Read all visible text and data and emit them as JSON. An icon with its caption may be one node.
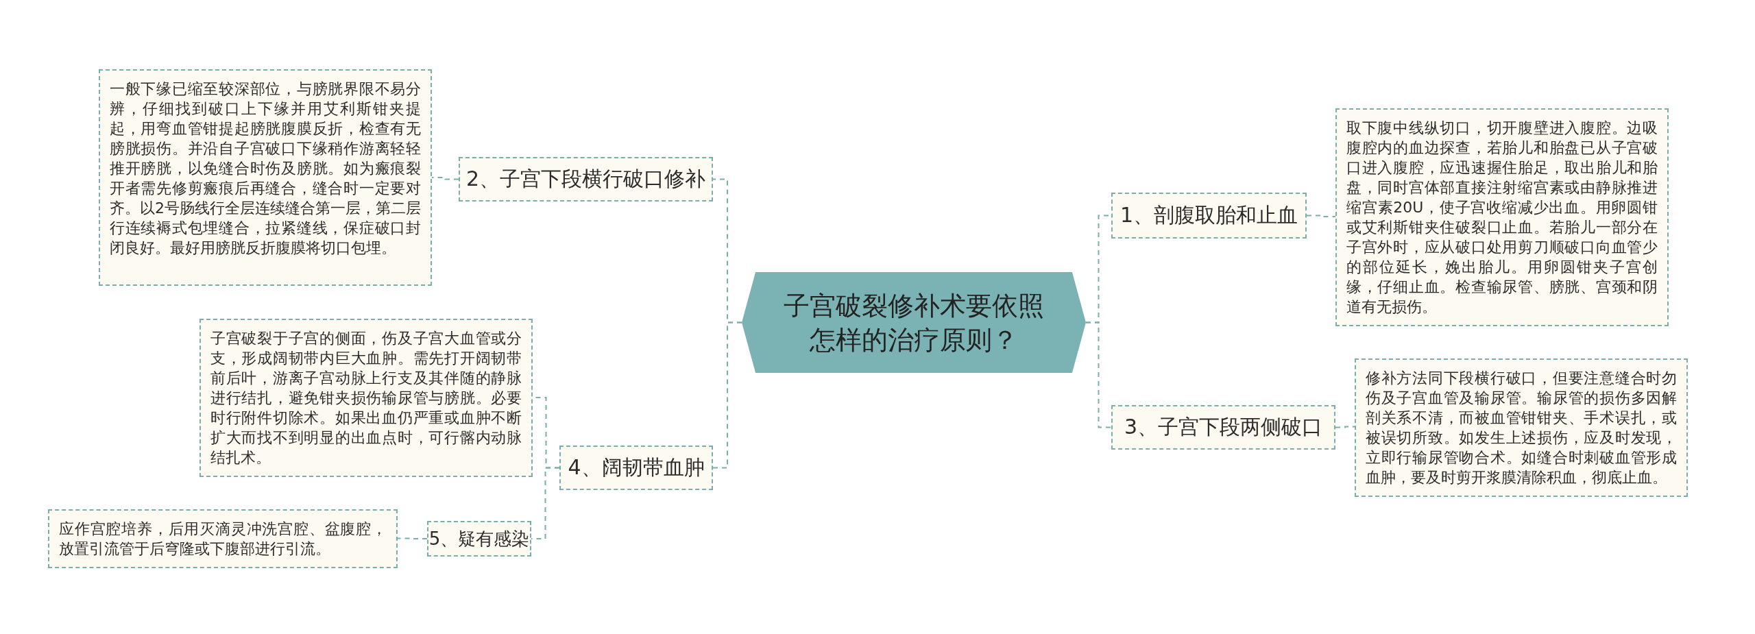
{
  "diagram": {
    "nodes": [
      {
        "text": [
          "子宫破裂修补术要依照怎样的治疗原则？"
        ]
      },
      {
        "text": [
          "1、剖腹取胎和止血"
        ]
      },
      {
        "text": [
          "取下腹中线纵切口，切开腹壁进入腹腔。边吸腹腔内的血边探查，若胎儿和胎盘已从子宫破口进入腹腔，应迅速握住胎足，取出胎儿和胎盘，同时宫体部直接注射缩宫素或由静脉推进缩宫素20U，使子宫收缩减少出血。用卵圆钳或艾利斯钳夹住破裂口止血。若胎儿一部分在子宫外时，应从破口处用剪刀顺破口向血管少的部位延长，娩出胎儿。用卵圆钳夹子宫创缘，仔细止血。检查输尿管、膀胱、宫颈和阴道有无损伤。"
        ]
      },
      {
        "text": [
          "2、子宫下段横行破口修补"
        ]
      },
      {
        "text": [
          "一般下缘已缩至较深部位，与膀胱界限不易分辨，仔细找到破口上下缘并用艾利斯钳夹提起，用弯血管钳提起膀胱腹膜反折，检查有无膀胱损伤。并沿自子宫破口下缘稍作游离轻轻推开膀胱，以免缝合时伤及膀胱。如为瘢痕裂开者需先修剪瘢痕后再缝合，缝合时一定要对齐。以2号肠线行全层连续缝合第一层，第二层行连续褥式包埋缝合，拉紧缝线，保症破口封闭良好。最好用膀胱反折腹膜将切口包埋。"
        ]
      },
      {
        "text": [
          "3、子宫下段两侧破口"
        ]
      },
      {
        "text": [
          "修补方法同下段横行破口，但要注意缝合时勿伤及子宫血管及输尿管。输尿管的损伤多因解剖关系不清，而被血管钳钳夹、手术误扎，或被误切所致。如发生上述损伤，应及时发现，立即行输尿管吻合术。如缝合时刺破血管形成血肿，要及时剪开浆膜清除积血，彻底止血。"
        ]
      },
      {
        "text": [
          "4、阔韧带血肿"
        ]
      },
      {
        "text": [
          "子宫破裂于子宫的侧面，伤及子宫大血管或分支，形成阔韧带内巨大血肿。需先打开阔韧带前后叶，游离子宫动脉上行支及其伴随的静脉进行结扎，避免钳夹损伤输尿管与膀胱。必要时行附件切除术。如果出血仍严重或血肿不断扩大而找不到明显的出血点时，可行髂内动脉结扎术。"
        ]
      },
      {
        "text": [
          "5、疑有感染"
        ]
      },
      {
        "text": [
          "应作宫腔培养，后用灭滴灵冲洗宫腔、盆腹腔，放置引流管于后穹隆或下腹部进行引流。"
        ]
      }
    ],
    "edges": [
      {
        "from": 0,
        "to": 1,
        "arrow": "none",
        "style": "dashed"
      },
      {
        "from": 1,
        "to": 2,
        "arrow": "none",
        "style": "dashed"
      },
      {
        "from": 0,
        "to": 3,
        "arrow": "none",
        "style": "dashed"
      },
      {
        "from": 3,
        "to": 4,
        "arrow": "none",
        "style": "dashed"
      },
      {
        "from": 0,
        "to": 5,
        "arrow": "none",
        "style": "dashed"
      },
      {
        "from": 5,
        "to": 6,
        "arrow": "none",
        "style": "dashed"
      },
      {
        "from": 0,
        "to": 7,
        "arrow": "none",
        "style": "dashed"
      },
      {
        "from": 7,
        "to": 8,
        "arrow": "none",
        "style": "dashed"
      },
      {
        "from": 7,
        "to": 9,
        "arrow": "none",
        "style": "dashed"
      },
      {
        "from": 9,
        "to": 10,
        "arrow": "none",
        "style": "dashed"
      }
    ]
  }
}
